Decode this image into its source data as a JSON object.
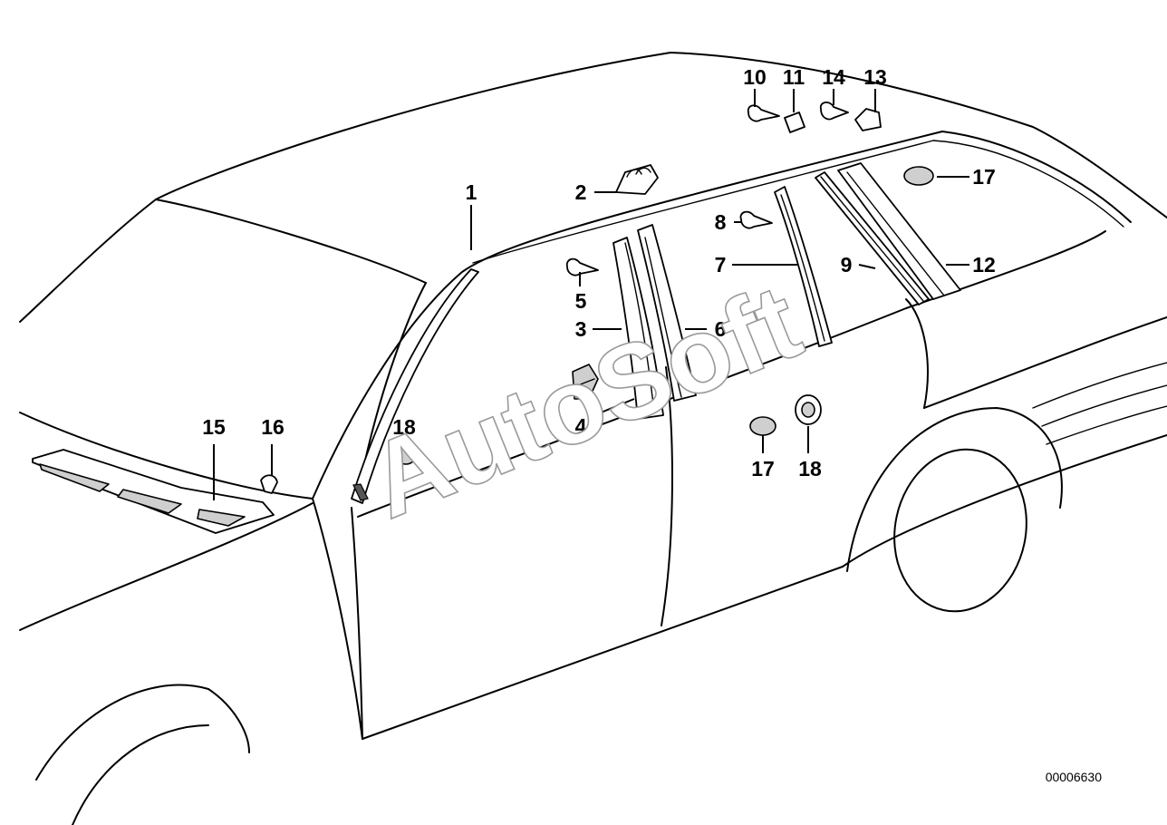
{
  "diagram_number": "00006630",
  "watermark_text": "AutoSoft",
  "callouts": [
    {
      "id": "c1",
      "label": "1"
    },
    {
      "id": "c2",
      "label": "2"
    },
    {
      "id": "c3",
      "label": "3"
    },
    {
      "id": "c4",
      "label": "4"
    },
    {
      "id": "c5",
      "label": "5"
    },
    {
      "id": "c6",
      "label": "6"
    },
    {
      "id": "c7",
      "label": "7"
    },
    {
      "id": "c8",
      "label": "8"
    },
    {
      "id": "c9",
      "label": "9"
    },
    {
      "id": "c10",
      "label": "10"
    },
    {
      "id": "c11",
      "label": "11"
    },
    {
      "id": "c12",
      "label": "12"
    },
    {
      "id": "c13",
      "label": "13"
    },
    {
      "id": "c14",
      "label": "14"
    },
    {
      "id": "c15",
      "label": "15"
    },
    {
      "id": "c16",
      "label": "16"
    },
    {
      "id": "c17a",
      "label": "17"
    },
    {
      "id": "c17b",
      "label": "17"
    },
    {
      "id": "c18a",
      "label": "18"
    },
    {
      "id": "c18b",
      "label": "18"
    }
  ]
}
